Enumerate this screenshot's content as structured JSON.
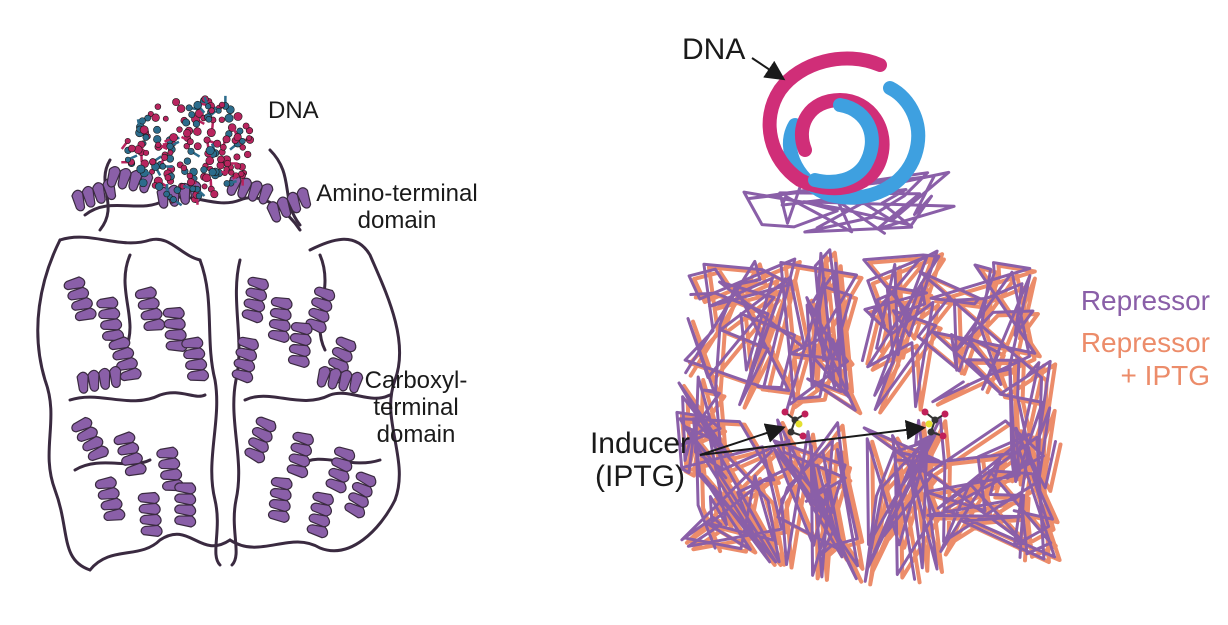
{
  "left_panel": {
    "labels": {
      "dna": "DNA",
      "amino_line1": "Amino-terminal",
      "amino_line2": "domain",
      "carboxyl_line1": "Carboxyl-",
      "carboxyl_line2": "terminal",
      "carboxyl_line3": "domain"
    }
  },
  "right_panel": {
    "labels": {
      "dna": "DNA",
      "inducer_line1": "Inducer",
      "inducer_line2": "(IPTG)"
    },
    "legend": {
      "repressor": "Repressor",
      "repressor_iptg_line1": "Repressor",
      "repressor_iptg_line2": "+ IPTG"
    }
  },
  "colors": {
    "protein_ribbon": "#8a5fa8",
    "ribbon_outline": "#3a2a40",
    "repressor_trace": "#8a5fa8",
    "repressor_iptg_trace": "#ec8c6a",
    "dna_strand_a": "#d02e78",
    "dna_strand_b": "#3ea0e0",
    "dna_atoms_a": "#b8245e",
    "dna_atoms_b": "#2c6c8c"
  }
}
